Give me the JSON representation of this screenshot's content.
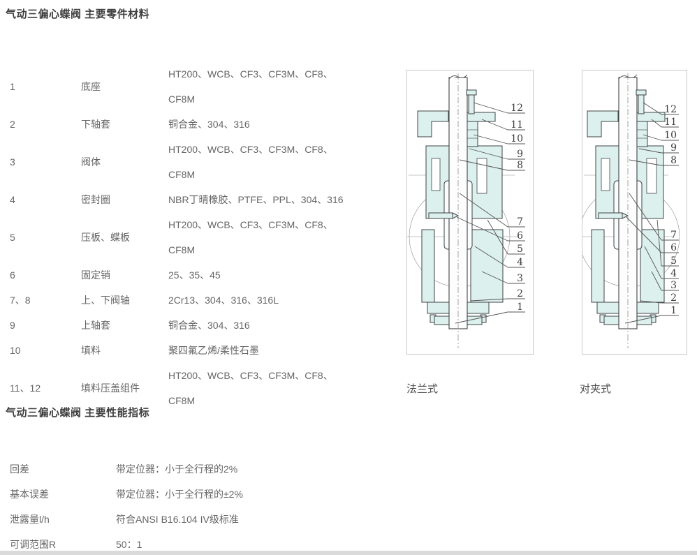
{
  "section1": {
    "title": "气动三偏心蝶阀 主要零件材料"
  },
  "parts_table": {
    "rows": [
      {
        "num": "1",
        "name": "底座",
        "material": "HT200、WCB、CF3、CF3M、CF8、\nCF8M"
      },
      {
        "num": "2",
        "name": "下轴套",
        "material": "铜合金、304、316"
      },
      {
        "num": "3",
        "name": "阀体",
        "material": "HT200、WCB、CF3、CF3M、CF8、\nCF8M"
      },
      {
        "num": "4",
        "name": "密封圈",
        "material": "NBR丁晴橡胶、PTFE、PPL、304、316"
      },
      {
        "num": "5",
        "name": "压板、蝶板",
        "material": "HT200、WCB、CF3、CF3M、CF8、\nCF8M"
      },
      {
        "num": "6",
        "name": "固定销",
        "material": "25、35、45"
      },
      {
        "num": "7、8",
        "name": "上、下阀轴",
        "material": "2Cr13、304、316、316L"
      },
      {
        "num": "9",
        "name": "上轴套",
        "material": "铜合金、304、316"
      },
      {
        "num": "10",
        "name": "填料",
        "material": "聚四氟乙烯/柔性石墨"
      },
      {
        "num": "11、12",
        "name": "填料压盖组件",
        "material": "HT200、WCB、CF3、CF3M、CF8、\nCF8M"
      }
    ]
  },
  "diagrams": [
    {
      "caption": "法兰式",
      "labels_top": [
        "12",
        "11",
        "10",
        "9",
        "8"
      ],
      "labels_bottom": [
        "7",
        "6",
        "5",
        "4",
        "3",
        "2",
        "1"
      ]
    },
    {
      "caption": "对夹式",
      "labels_top": [
        "12",
        "11",
        "10",
        "9",
        "8"
      ],
      "labels_bottom": [
        "7",
        "6",
        "5",
        "4",
        "3",
        "2",
        "1"
      ]
    }
  ],
  "section2": {
    "title": "气动三偏心蝶阀 主要性能指标"
  },
  "performance_table": {
    "rows": [
      {
        "name": "回差",
        "value": "带定位器：小于全行程的2%"
      },
      {
        "name": "基本误差",
        "value": "带定位器：小于全行程的±2%"
      },
      {
        "name": "泄露量l/h",
        "value": "符合ANSI B16.104 IV级标准"
      },
      {
        "name": "可调范围R",
        "value": "50：1"
      }
    ]
  },
  "colors": {
    "diagram_fill": "#dcf0ed",
    "diagram_line": "#3f4345",
    "diagram_border": "#c9c9c9",
    "title_text": "#3f3f3f",
    "body_text": "#666666"
  }
}
